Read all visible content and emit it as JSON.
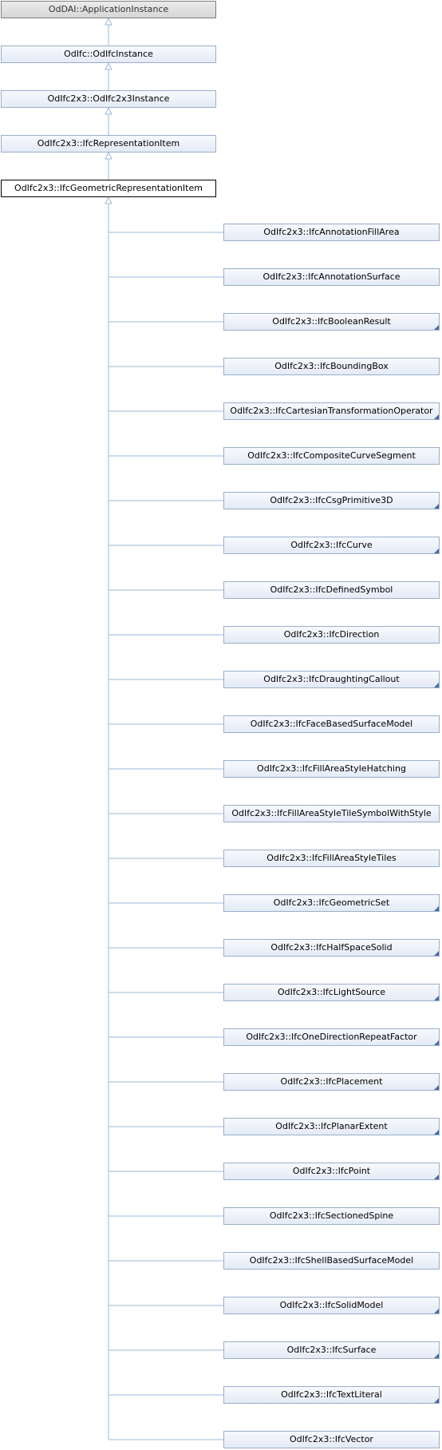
{
  "colors": {
    "edge": "#9bb8d8",
    "node_border": "#9aaecb",
    "current_border": "#000000"
  },
  "chain": [
    {
      "label": "OdDAI::ApplicationInstance",
      "kind": "root"
    },
    {
      "label": "OdIfc::OdIfcInstance",
      "kind": "ancestor"
    },
    {
      "label": "OdIfc2x3::OdIfc2x3Instance",
      "kind": "ancestor"
    },
    {
      "label": "OdIfc2x3::IfcRepresentationItem",
      "kind": "ancestor"
    },
    {
      "label": "OdIfc2x3::IfcGeometricRepresentationItem",
      "kind": "current"
    }
  ],
  "children": [
    {
      "label": "OdIfc2x3::IfcAnnotationFillArea",
      "has_more": false
    },
    {
      "label": "OdIfc2x3::IfcAnnotationSurface",
      "has_more": false
    },
    {
      "label": "OdIfc2x3::IfcBooleanResult",
      "has_more": true
    },
    {
      "label": "OdIfc2x3::IfcBoundingBox",
      "has_more": false
    },
    {
      "label": "OdIfc2x3::IfcCartesianTransformationOperator",
      "has_more": true
    },
    {
      "label": "OdIfc2x3::IfcCompositeCurveSegment",
      "has_more": false
    },
    {
      "label": "OdIfc2x3::IfcCsgPrimitive3D",
      "has_more": true
    },
    {
      "label": "OdIfc2x3::IfcCurve",
      "has_more": true
    },
    {
      "label": "OdIfc2x3::IfcDefinedSymbol",
      "has_more": false
    },
    {
      "label": "OdIfc2x3::IfcDirection",
      "has_more": false
    },
    {
      "label": "OdIfc2x3::IfcDraughtingCallout",
      "has_more": true
    },
    {
      "label": "OdIfc2x3::IfcFaceBasedSurfaceModel",
      "has_more": false
    },
    {
      "label": "OdIfc2x3::IfcFillAreaStyleHatching",
      "has_more": false
    },
    {
      "label": "OdIfc2x3::IfcFillAreaStyleTileSymbolWithStyle",
      "has_more": false
    },
    {
      "label": "OdIfc2x3::IfcFillAreaStyleTiles",
      "has_more": false
    },
    {
      "label": "OdIfc2x3::IfcGeometricSet",
      "has_more": true
    },
    {
      "label": "OdIfc2x3::IfcHalfSpaceSolid",
      "has_more": true
    },
    {
      "label": "OdIfc2x3::IfcLightSource",
      "has_more": true
    },
    {
      "label": "OdIfc2x3::IfcOneDirectionRepeatFactor",
      "has_more": true
    },
    {
      "label": "OdIfc2x3::IfcPlacement",
      "has_more": true
    },
    {
      "label": "OdIfc2x3::IfcPlanarExtent",
      "has_more": true
    },
    {
      "label": "OdIfc2x3::IfcPoint",
      "has_more": true
    },
    {
      "label": "OdIfc2x3::IfcSectionedSpine",
      "has_more": false
    },
    {
      "label": "OdIfc2x3::IfcShellBasedSurfaceModel",
      "has_more": false
    },
    {
      "label": "OdIfc2x3::IfcSolidModel",
      "has_more": true
    },
    {
      "label": "OdIfc2x3::IfcSurface",
      "has_more": true
    },
    {
      "label": "OdIfc2x3::IfcTextLiteral",
      "has_more": true
    },
    {
      "label": "OdIfc2x3::IfcVector",
      "has_more": false
    }
  ]
}
